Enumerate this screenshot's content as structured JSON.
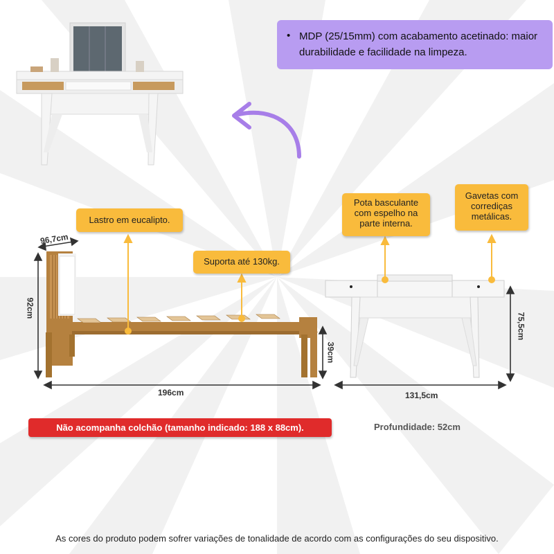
{
  "callouts": {
    "mdp": "MDP (25/15mm) com acabamento acetinado: maior durabilidade e facilidade na limpeza.",
    "lastro": "Lastro em eucalipto.",
    "suporta": "Suporta até 130kg.",
    "pota": "Pota basculante com espelho na parte interna.",
    "gavetas": "Gavetas com corrediças metálicas."
  },
  "bed_dimensions": {
    "headboard_depth": "96,7cm",
    "height": "92cm",
    "length": "196cm",
    "side_height": "39cm"
  },
  "desk_dimensions": {
    "height": "75,5cm",
    "width": "131,5cm",
    "depth": "Profundidade: 52cm"
  },
  "notice": "Não acompanha colchão (tamanho indicado: 188 x 88cm).",
  "disclaimer": "As cores do produto podem sofrer variações de tonalidade de acordo com as configurações do seu dispositivo.",
  "colors": {
    "callout": "#f9bb3c",
    "mdp_box": "#b89cf1",
    "notice": "#e02b2b",
    "arrow": "#a77ee8",
    "wood": "#b5813f"
  }
}
